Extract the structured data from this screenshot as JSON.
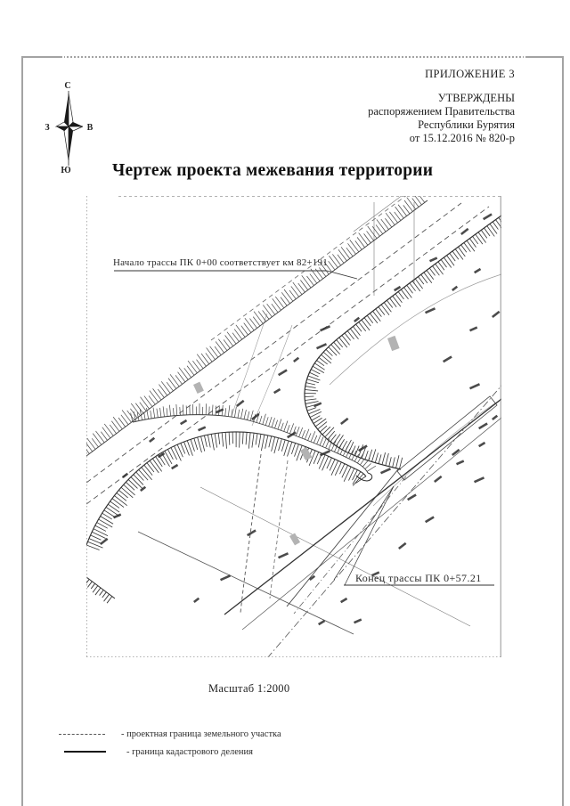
{
  "page": {
    "appendix": "ПРИЛОЖЕНИЕ 3",
    "approval": [
      "УТВЕРЖДЕНЫ",
      "распоряжением Правительства",
      "Республики Бурятия",
      "от 15.12.2016 № 820-р"
    ],
    "title": "Чертеж проекта межевания территории"
  },
  "compass": {
    "north": "С",
    "south": "Ю",
    "west": "З",
    "east": "В"
  },
  "map": {
    "annotation_start": "Начало трассы ПК 0+00 соответствует км 82+191",
    "annotation_end": "Конец трассы ПК 0+57.21",
    "scale": "Масштаб 1:2000"
  },
  "legend": {
    "items": [
      {
        "style": "dashed",
        "label": "- проектная граница земельного участка"
      },
      {
        "style": "solid",
        "label": "- граница кадастрового деления"
      }
    ]
  },
  "colors": {
    "ink": "#1f1f1f",
    "frame_gray": "#a3a3a3",
    "map_line": "#333333"
  }
}
